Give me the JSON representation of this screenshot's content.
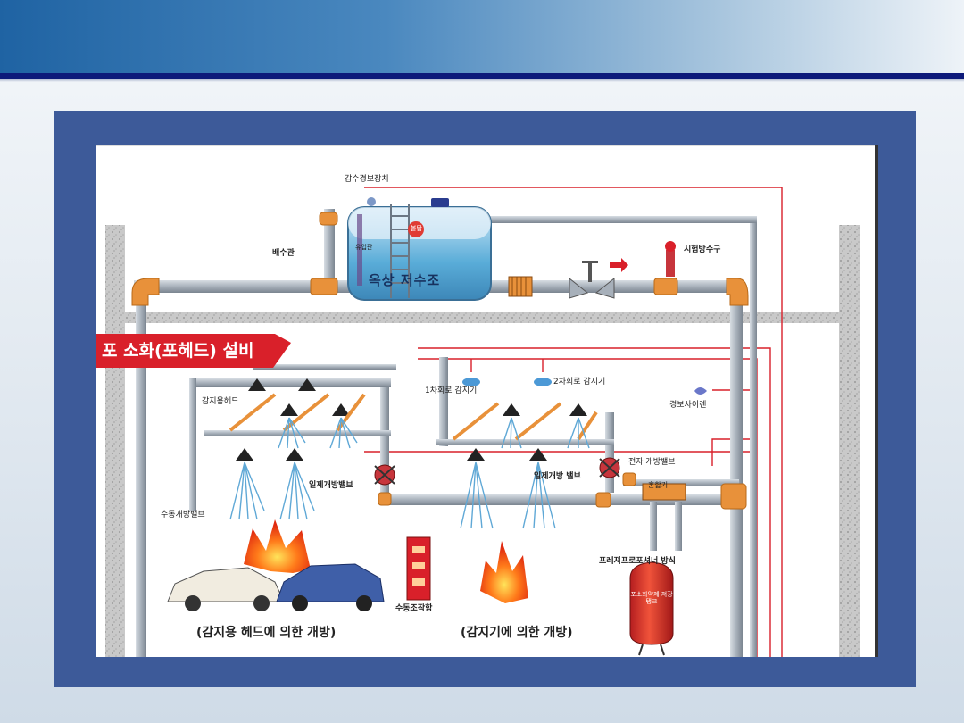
{
  "diagram": {
    "title_banner": "포 소화(포헤드) 설비",
    "tank_label": "옥상 저수조",
    "labels": {
      "water_alarm": "감수경보장치",
      "drain_pipe": "배수관",
      "float_valve": "볼탑",
      "overflow_pipe": "유입관",
      "test_drain": "시험방수구",
      "sensing_head": "감지용헤드",
      "manual_valve": "수동개방밸브",
      "deluge_valve_left": "일제개방밸브",
      "detector_1": "1차회로 감지기",
      "detector_2": "2차회로 감지기",
      "alarm_siren": "경보사이렌",
      "deluge_valve_right": "일제개방 밸브",
      "solenoid_valve": "전자 개방밸브",
      "proportioner": "혼합기",
      "pressure_proportioner": "프레져프로포셔너 방식",
      "foam_tank": "포소화약제 저장탱크",
      "manual_box": "수동조작함"
    },
    "captions": {
      "left": "(감지용 헤드에 의한 개방)",
      "right": "(감지기에 의한 개방)"
    }
  },
  "colors": {
    "header_dark": "#1f63a3",
    "rule": "#0d1a7a",
    "frame": "#3d5a99",
    "pipe_gray": "#9aa3ad",
    "pipe_orange": "#e8913a",
    "signal_red": "#d9202a",
    "banner_red": "#d9202a",
    "water": "#5fa8d6"
  }
}
